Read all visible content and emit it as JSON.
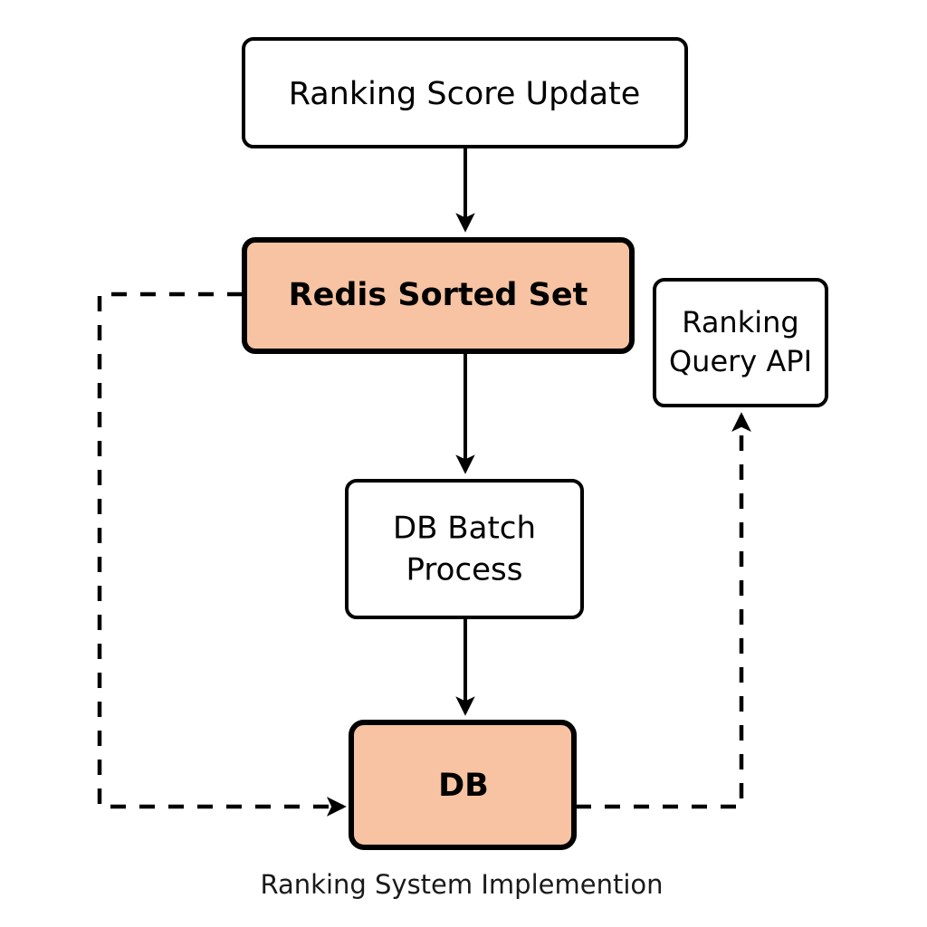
{
  "diagram": {
    "caption": "Ranking System Implemention",
    "colors": {
      "accent_fill": "#F7C3A2",
      "node_stroke": "#000000",
      "plain_fill": "#FFFFFF",
      "background": "#FFFFFF",
      "text": "#000000"
    },
    "nodes": [
      {
        "id": "ranking-score-update",
        "label": "Ranking Score Update",
        "lines": [
          "Ranking Score Update"
        ],
        "style": "plain",
        "emphasis": "regular"
      },
      {
        "id": "redis-sorted-set",
        "label": "Redis Sorted Set",
        "lines": [
          "Redis Sorted Set"
        ],
        "style": "accent",
        "emphasis": "bold"
      },
      {
        "id": "ranking-query-api",
        "label": "Ranking Query API",
        "lines": [
          "Ranking",
          "Query API"
        ],
        "style": "plain",
        "emphasis": "regular"
      },
      {
        "id": "db-batch-process",
        "label": "DB Batch Process",
        "lines": [
          "DB Batch",
          "Process"
        ],
        "style": "plain",
        "emphasis": "regular"
      },
      {
        "id": "db",
        "label": "DB",
        "lines": [
          "DB"
        ],
        "style": "accent",
        "emphasis": "bold"
      }
    ],
    "edges": [
      {
        "id": "edge-score-to-redis",
        "from": "ranking-score-update",
        "to": "redis-sorted-set",
        "line": "solid",
        "arrow": "end"
      },
      {
        "id": "edge-redis-to-batch",
        "from": "redis-sorted-set",
        "to": "db-batch-process",
        "line": "solid",
        "arrow": "end"
      },
      {
        "id": "edge-batch-to-db",
        "from": "db-batch-process",
        "to": "db",
        "line": "solid",
        "arrow": "end"
      },
      {
        "id": "edge-redis-to-db",
        "from": "redis-sorted-set",
        "to": "db",
        "line": "dashed",
        "arrow": "end"
      },
      {
        "id": "edge-db-to-query-api",
        "from": "db",
        "to": "ranking-query-api",
        "line": "dashed",
        "arrow": "end"
      }
    ]
  }
}
